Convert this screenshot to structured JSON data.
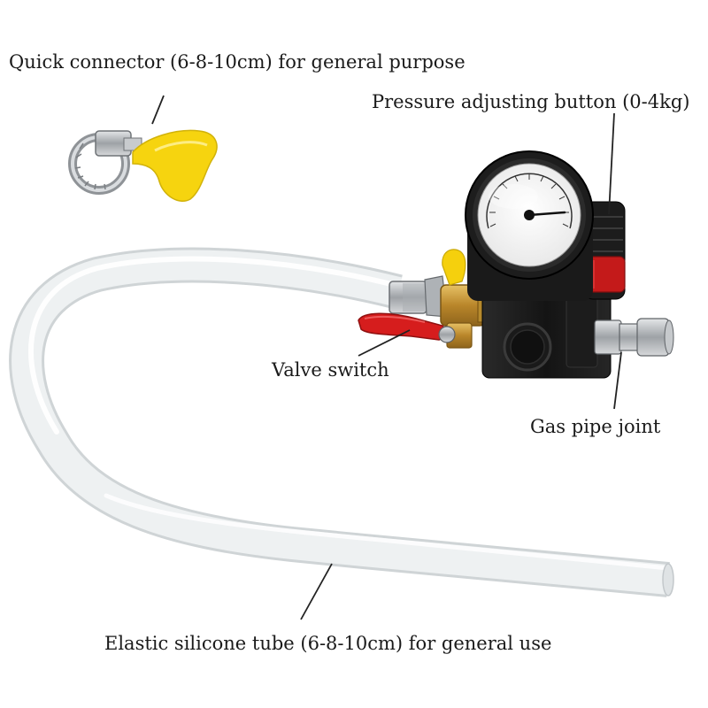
{
  "labels": {
    "quick_connector": "Quick connector (6-8-10cm) for general purpose",
    "pressure_button": "Pressure adjusting button (0-4kg)",
    "valve_switch": "Valve switch",
    "gas_pipe_joint": "Gas pipe joint",
    "silicone_tube": "Elastic silicone tube (6-8-10cm) for general use"
  },
  "colors": {
    "background": "#ffffff",
    "tube": "#eceff0",
    "tube_edge": "#d5dadc",
    "key_yellow": "#f5d30e",
    "valve_red": "#d81f1f",
    "brass": "#c99a33",
    "gauge_black": "#1d1d1d",
    "regulator_red": "#c51b1b",
    "metal": "#b9bcc0"
  }
}
